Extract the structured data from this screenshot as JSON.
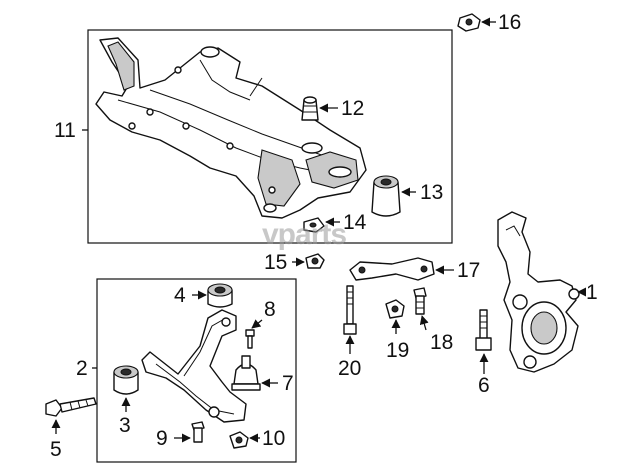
{
  "callouts": {
    "c1": "1",
    "c2": "2",
    "c3": "3",
    "c4": "4",
    "c5": "5",
    "c6": "6",
    "c7": "7",
    "c8": "8",
    "c9": "9",
    "c10": "10",
    "c11": "11",
    "c12": "12",
    "c13": "13",
    "c14": "14",
    "c15": "15",
    "c16": "16",
    "c17": "17",
    "c18": "18",
    "c19": "19",
    "c20": "20"
  },
  "watermark": "vparts",
  "parts_icons": [
    "crossmember-icon",
    "bushing-icon",
    "bolt-icon",
    "nut-icon",
    "lower-arm-icon",
    "ball-joint-icon",
    "knuckle-icon",
    "bracket-icon"
  ]
}
